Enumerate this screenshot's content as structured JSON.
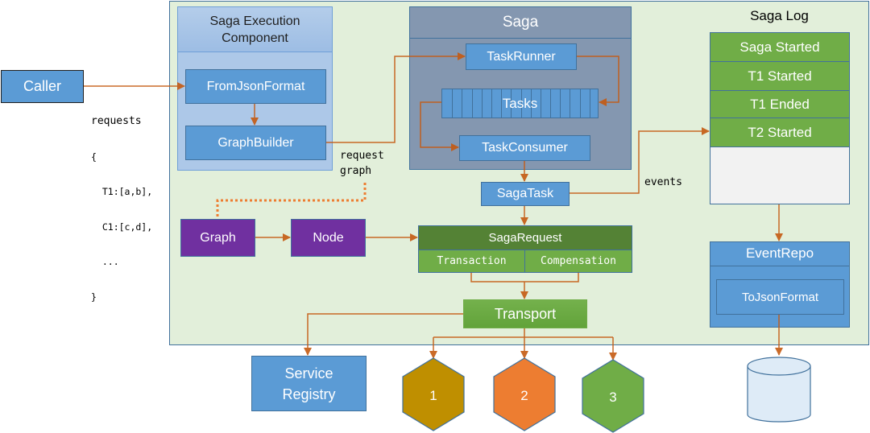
{
  "caller": {
    "label": "Caller"
  },
  "requests_annotation": {
    "title": "requests",
    "lines": [
      "{",
      "  T1:[a,b],",
      "  C1:[c,d],",
      "  ...",
      "}"
    ]
  },
  "saga_execution_component": {
    "title_line1": "Saga Execution",
    "title_line2": "Component",
    "from_json_format": "FromJsonFormat",
    "graph_builder": "GraphBuilder"
  },
  "request_graph_label": {
    "line1": "request",
    "line2": "graph"
  },
  "saga": {
    "title": "Saga",
    "task_runner": "TaskRunner",
    "tasks": "Tasks",
    "task_consumer": "TaskConsumer"
  },
  "saga_task": "SagaTask",
  "events_label": "events",
  "graph": "Graph",
  "node": "Node",
  "saga_request": {
    "title": "SagaRequest",
    "transaction": "Transaction",
    "compensation": "Compensation"
  },
  "transport": "Transport",
  "service_registry": {
    "line1": "Service",
    "line2": "Registry"
  },
  "services": [
    {
      "label": "1",
      "color": "#bf8f00"
    },
    {
      "label": "2",
      "color": "#ed7d31"
    },
    {
      "label": "3",
      "color": "#70ad47"
    }
  ],
  "saga_log": {
    "title": "Saga Log",
    "entries": [
      "Saga Started",
      "T1 Started",
      "T1 Ended",
      "T2 Started"
    ]
  },
  "event_repo": {
    "title": "EventRepo",
    "to_json_format": "ToJsonFormat"
  },
  "colors": {
    "arrow": "#c55a11",
    "dotted": "#ed7d31",
    "blue_box": "#5b9bd5",
    "border": "#41719c",
    "container_bg": "#e2efda"
  }
}
